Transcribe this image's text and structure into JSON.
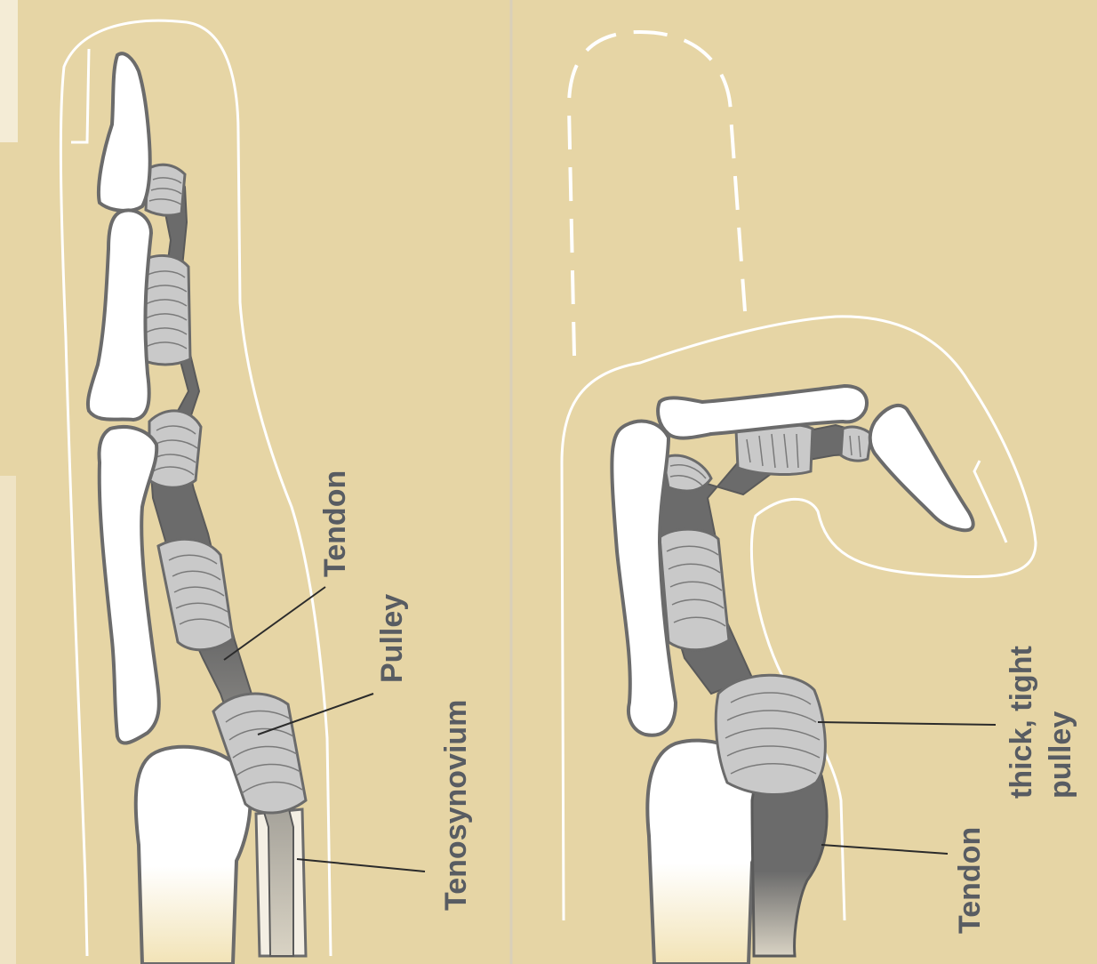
{
  "colors": {
    "background": "#e6d5a5",
    "bone": "#ffffff",
    "bone_outline": "#6b6b6b",
    "tendon": "#6b6b6b",
    "pulley": "#c9c9c9",
    "skin_outline": "#ffffff",
    "label_text": "#585c62",
    "leader_line": "#2b2b2b",
    "panel_divider": "#d9cfb9"
  },
  "panels": [
    {
      "labels": {
        "tendon": "Tendon",
        "pulley": "Pulley",
        "tenosynovium": "Tenosynovium"
      }
    },
    {
      "labels": {
        "pulley_line1": "thick, tight",
        "pulley_line2": "pulley",
        "tendon": "Tendon"
      }
    }
  ]
}
